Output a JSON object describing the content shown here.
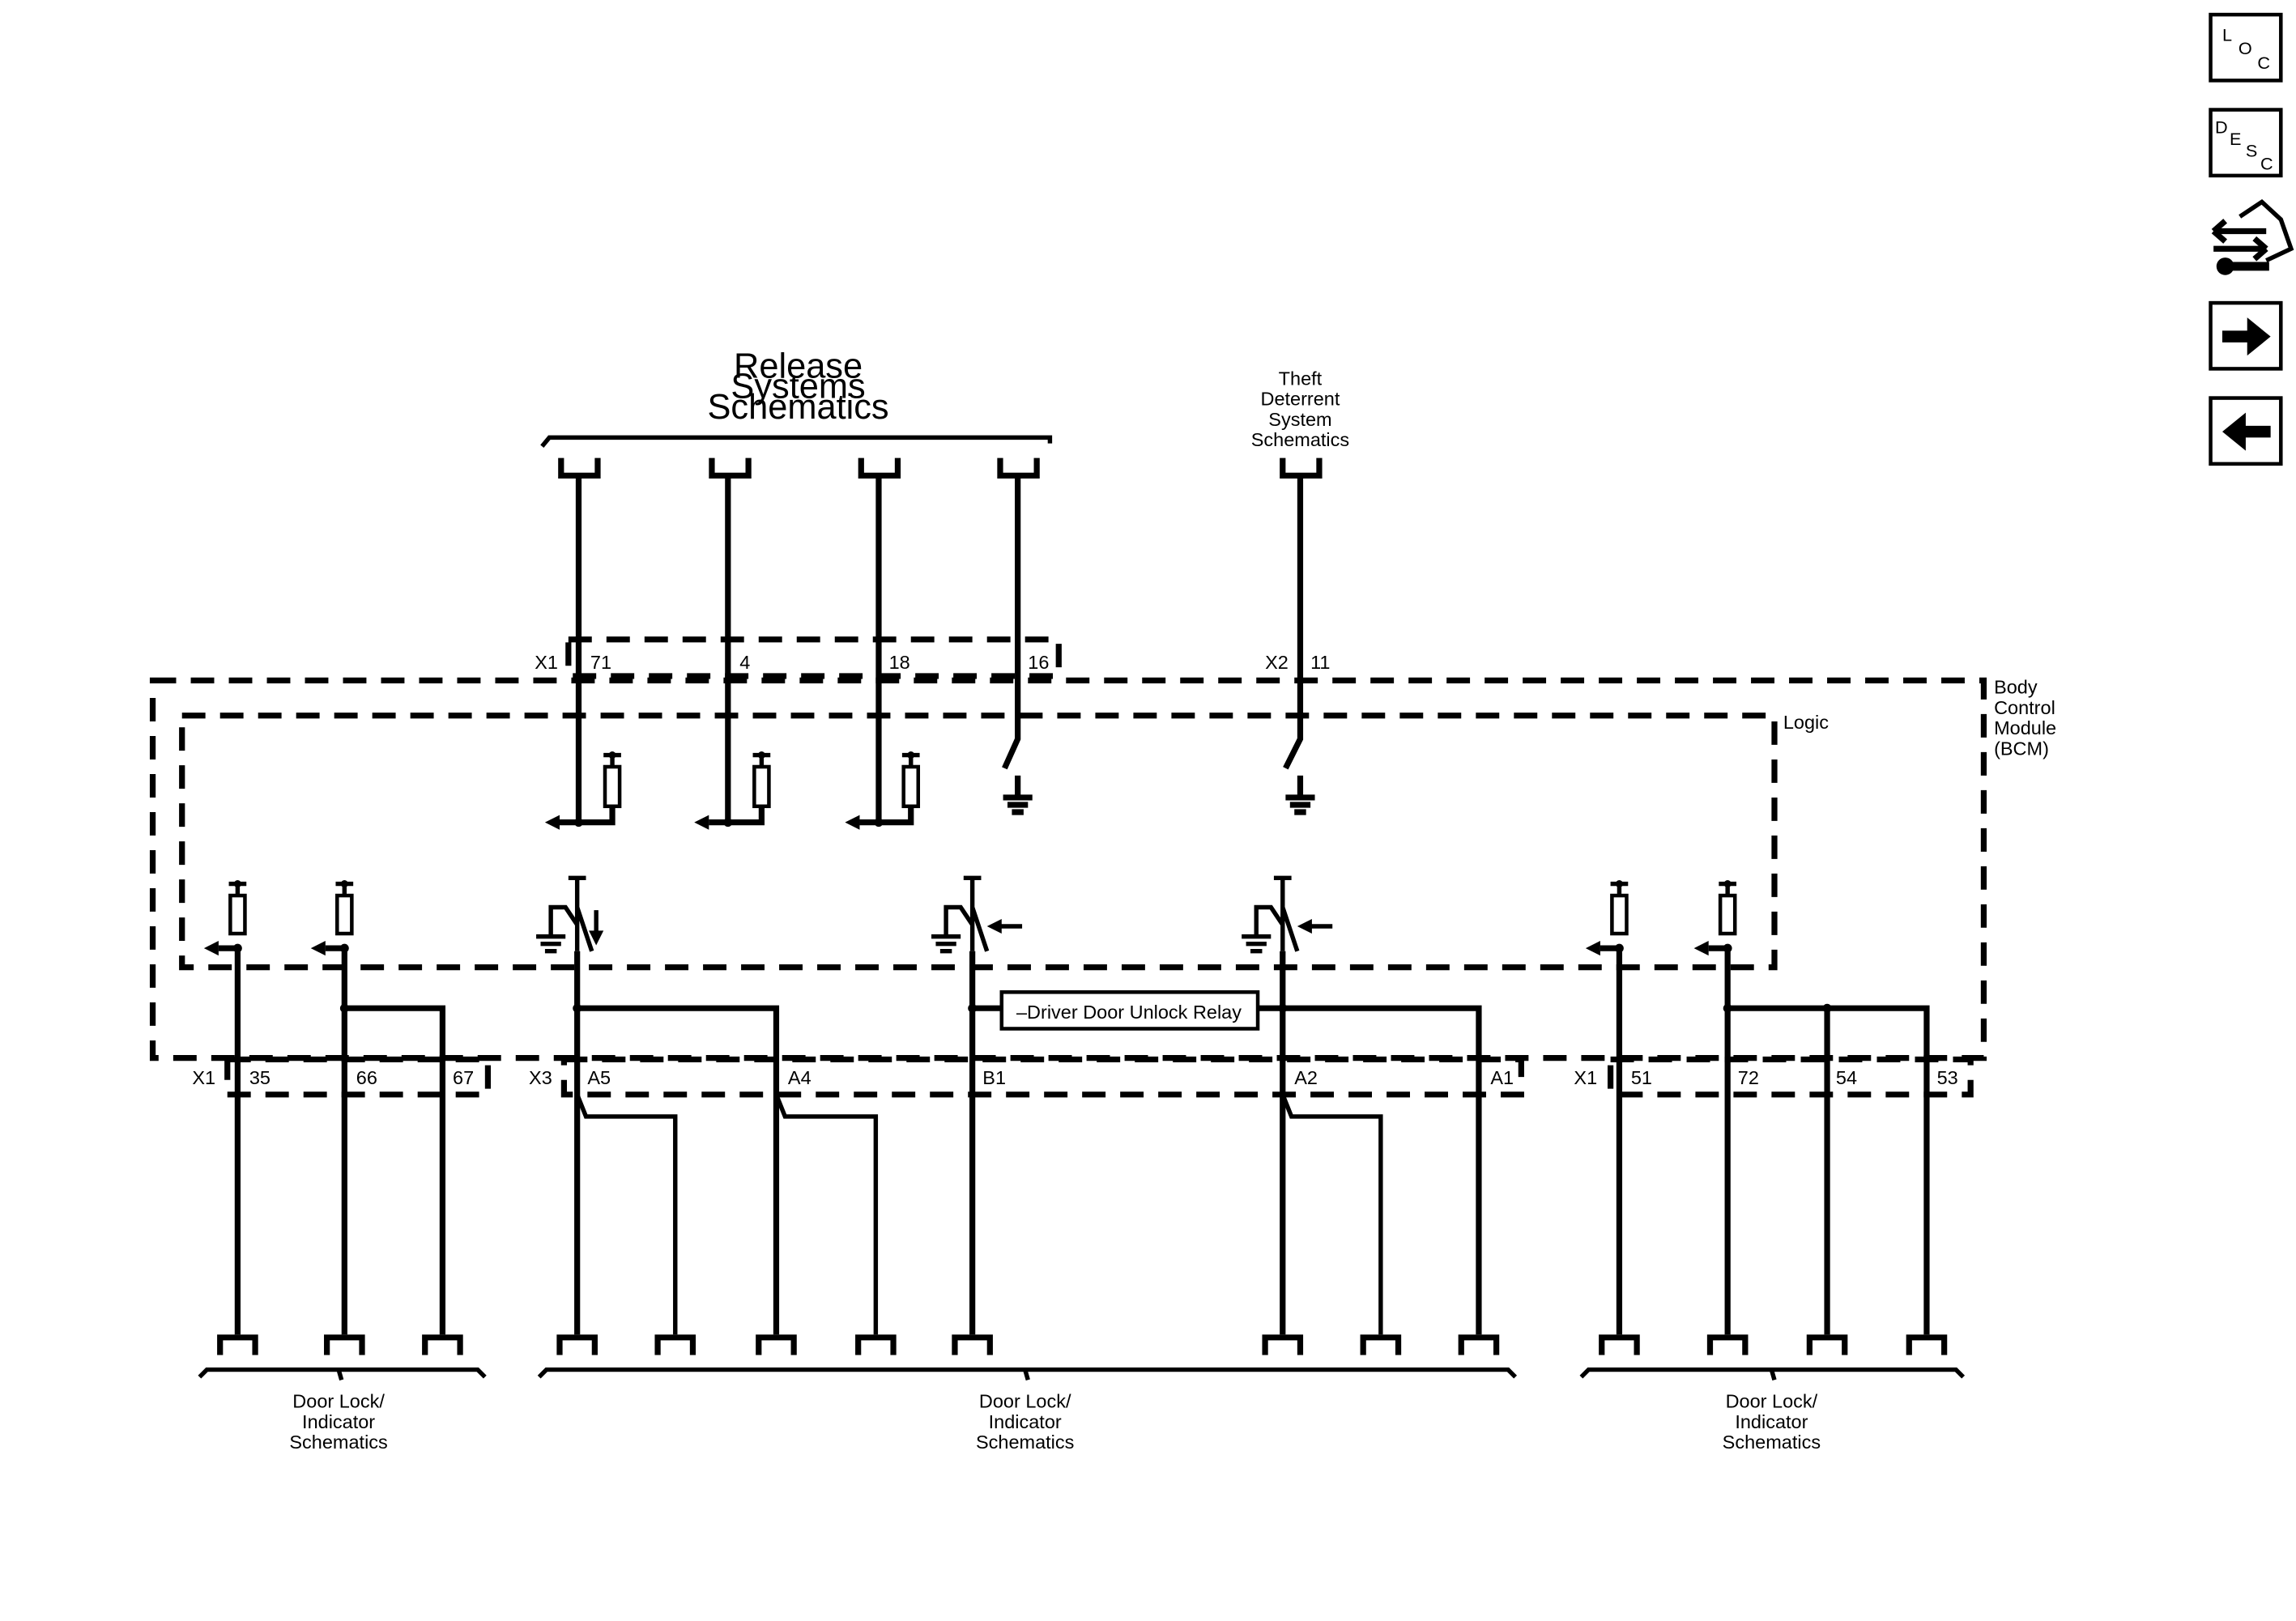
{
  "headings": {
    "release_l1": "Release",
    "release_l2": "Systems",
    "release_l3": "Schematics",
    "theft_l1": "Theft",
    "theft_l2": "Deterrent",
    "theft_l3": "System",
    "theft_l4": "Schematics",
    "bcm_l1": "Body",
    "bcm_l2": "Control",
    "bcm_l3": "Module",
    "bcm_l4": "(BCM)",
    "logic": "Logic",
    "door1_l1": "Door Lock/",
    "door1_l2": "Indicator",
    "door1_l3": "Schematics",
    "door2_l1": "Door Lock/",
    "door2_l2": "Indicator",
    "door2_l3": "Schematics",
    "door3_l1": "Door Lock/",
    "door3_l2": "Indicator",
    "door3_l3": "Schematics"
  },
  "relay_label": "–Driver Door Unlock Relay",
  "connectors": {
    "top_x1": "X1",
    "top_x2": "X2",
    "bot_x1a": "X1",
    "bot_x3": "X3",
    "bot_x1b": "X1"
  },
  "pins": {
    "t71": "71",
    "t4": "4",
    "t18": "18",
    "t16": "16",
    "t11": "11",
    "b35": "35",
    "b66": "66",
    "b67": "67",
    "bA5": "A5",
    "bA4": "A4",
    "bB1": "B1",
    "bA2": "A2",
    "bA1": "A1",
    "b51": "51",
    "b72": "72",
    "b54": "54",
    "b53": "53"
  },
  "nav": {
    "loc": [
      "L",
      "O",
      "C"
    ],
    "desc": [
      "D",
      "E",
      "S",
      "C"
    ],
    "icons": [
      "location-icon",
      "description-icon",
      "connector-repair-icon",
      "arrow-right-icon",
      "arrow-left-icon"
    ]
  }
}
